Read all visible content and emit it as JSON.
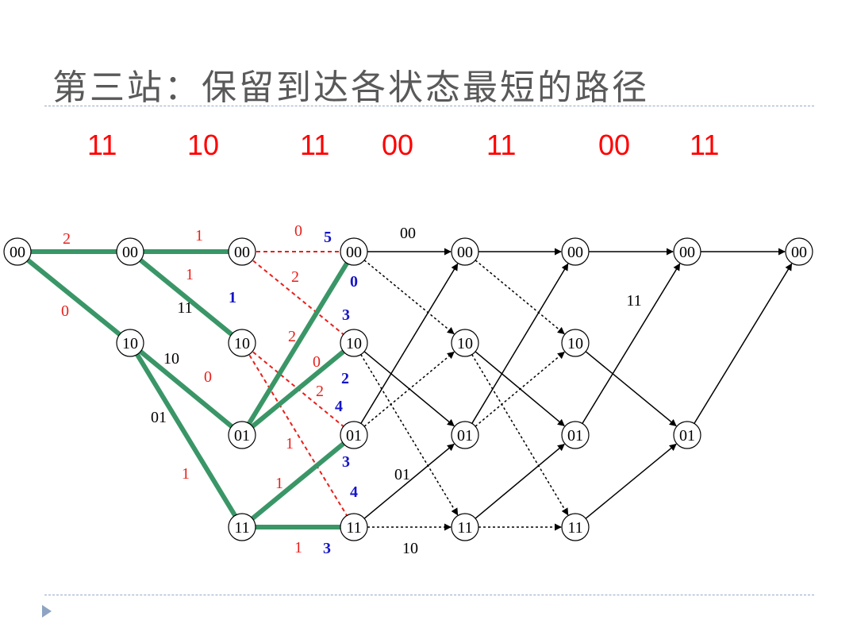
{
  "title": "第三站：保留到达各状态最短的路径",
  "received_sequence": [
    "11",
    "10",
    "11",
    "00",
    "11",
    "00",
    "11"
  ],
  "colors": {
    "survivor_path": "#3a9667",
    "metric_red": "#e8201c",
    "metric_blue": "#1414c8",
    "received_bits": "#ff0000",
    "branch": "#000000"
  },
  "trellis": {
    "states": [
      "00",
      "10",
      "01",
      "11"
    ],
    "stage_count": 8,
    "nodes": [
      {
        "stage": 0,
        "state": "00"
      },
      {
        "stage": 1,
        "state": "00"
      },
      {
        "stage": 1,
        "state": "10"
      },
      {
        "stage": 2,
        "state": "00"
      },
      {
        "stage": 2,
        "state": "10"
      },
      {
        "stage": 2,
        "state": "01"
      },
      {
        "stage": 2,
        "state": "11"
      },
      {
        "stage": 3,
        "state": "00"
      },
      {
        "stage": 3,
        "state": "10"
      },
      {
        "stage": 3,
        "state": "01"
      },
      {
        "stage": 3,
        "state": "11"
      },
      {
        "stage": 4,
        "state": "00"
      },
      {
        "stage": 4,
        "state": "10"
      },
      {
        "stage": 4,
        "state": "01"
      },
      {
        "stage": 4,
        "state": "11"
      },
      {
        "stage": 5,
        "state": "00"
      },
      {
        "stage": 5,
        "state": "10"
      },
      {
        "stage": 5,
        "state": "01"
      },
      {
        "stage": 5,
        "state": "11"
      },
      {
        "stage": 6,
        "state": "00"
      },
      {
        "stage": 6,
        "state": "01"
      },
      {
        "stage": 7,
        "state": "00"
      }
    ],
    "survivor_path_edges": [
      {
        "from": [
          0,
          "00"
        ],
        "to": [
          1,
          "00"
        ]
      },
      {
        "from": [
          0,
          "00"
        ],
        "to": [
          1,
          "10"
        ]
      },
      {
        "from": [
          1,
          "00"
        ],
        "to": [
          2,
          "00"
        ]
      },
      {
        "from": [
          1,
          "00"
        ],
        "to": [
          2,
          "10"
        ]
      },
      {
        "from": [
          1,
          "10"
        ],
        "to": [
          2,
          "01"
        ]
      },
      {
        "from": [
          1,
          "10"
        ],
        "to": [
          2,
          "11"
        ]
      },
      {
        "from": [
          2,
          "01"
        ],
        "to": [
          3,
          "00"
        ],
        "arrow": true
      },
      {
        "from": [
          2,
          "01"
        ],
        "to": [
          3,
          "10"
        ],
        "arrow": true
      },
      {
        "from": [
          2,
          "11"
        ],
        "to": [
          3,
          "01"
        ],
        "arrow": true
      },
      {
        "from": [
          2,
          "11"
        ],
        "to": [
          3,
          "11"
        ]
      }
    ],
    "discarded_edges": [
      {
        "from": [
          2,
          "00"
        ],
        "to": [
          3,
          "00"
        ]
      },
      {
        "from": [
          2,
          "00"
        ],
        "to": [
          3,
          "10"
        ]
      },
      {
        "from": [
          2,
          "10"
        ],
        "to": [
          3,
          "01"
        ]
      },
      {
        "from": [
          2,
          "10"
        ],
        "to": [
          3,
          "11"
        ]
      }
    ],
    "solid_edges": [
      {
        "from": [
          3,
          "00"
        ],
        "to": [
          4,
          "00"
        ]
      },
      {
        "from": [
          3,
          "10"
        ],
        "to": [
          4,
          "01"
        ]
      },
      {
        "from": [
          3,
          "01"
        ],
        "to": [
          4,
          "00"
        ]
      },
      {
        "from": [
          3,
          "11"
        ],
        "to": [
          4,
          "01"
        ]
      },
      {
        "from": [
          4,
          "00"
        ],
        "to": [
          5,
          "00"
        ]
      },
      {
        "from": [
          4,
          "10"
        ],
        "to": [
          5,
          "01"
        ]
      },
      {
        "from": [
          4,
          "01"
        ],
        "to": [
          5,
          "00"
        ]
      },
      {
        "from": [
          4,
          "11"
        ],
        "to": [
          5,
          "01"
        ]
      },
      {
        "from": [
          5,
          "00"
        ],
        "to": [
          6,
          "00"
        ]
      },
      {
        "from": [
          5,
          "10"
        ],
        "to": [
          6,
          "01"
        ]
      },
      {
        "from": [
          5,
          "01"
        ],
        "to": [
          6,
          "00"
        ]
      },
      {
        "from": [
          5,
          "11"
        ],
        "to": [
          6,
          "01"
        ]
      },
      {
        "from": [
          6,
          "00"
        ],
        "to": [
          7,
          "00"
        ]
      },
      {
        "from": [
          6,
          "01"
        ],
        "to": [
          7,
          "00"
        ]
      }
    ],
    "dotted_edges": [
      {
        "from": [
          3,
          "00"
        ],
        "to": [
          4,
          "10"
        ]
      },
      {
        "from": [
          3,
          "10"
        ],
        "to": [
          4,
          "11"
        ]
      },
      {
        "from": [
          3,
          "01"
        ],
        "to": [
          4,
          "10"
        ]
      },
      {
        "from": [
          3,
          "11"
        ],
        "to": [
          4,
          "11"
        ]
      },
      {
        "from": [
          4,
          "00"
        ],
        "to": [
          5,
          "10"
        ]
      },
      {
        "from": [
          4,
          "10"
        ],
        "to": [
          5,
          "11"
        ]
      },
      {
        "from": [
          4,
          "01"
        ],
        "to": [
          5,
          "10"
        ]
      },
      {
        "from": [
          4,
          "11"
        ],
        "to": [
          5,
          "11"
        ]
      }
    ],
    "branch_labels": {
      "red": [
        "2",
        "0",
        "1",
        "1",
        "0",
        "2",
        "2",
        "0",
        "0",
        "2",
        "1",
        "1",
        "1",
        "1"
      ],
      "black": [
        "11",
        "10",
        "01",
        "00",
        "01",
        "10",
        "11"
      ],
      "blue": [
        "5",
        "0",
        "1",
        "3",
        "2",
        "4",
        "3",
        "4",
        "3"
      ]
    }
  }
}
